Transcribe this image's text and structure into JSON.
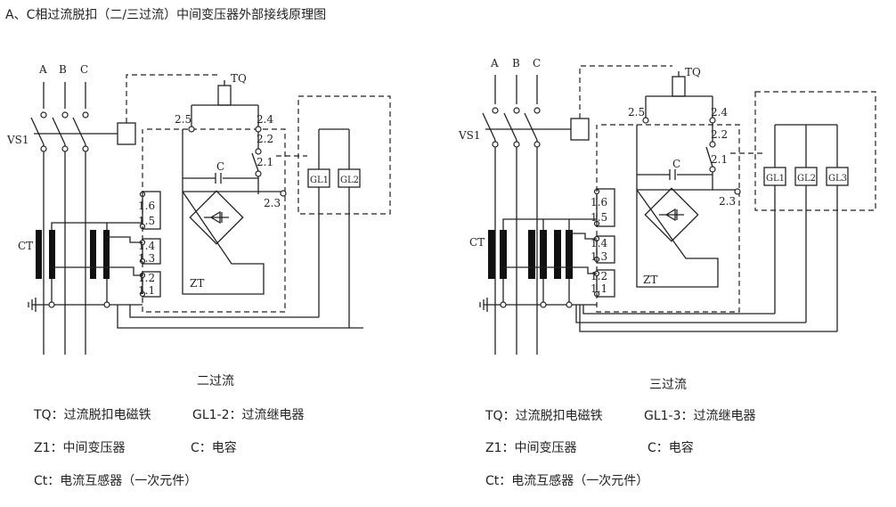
{
  "title": "A、C相过流脱扣（二/三过流）中间变压器外部接线原理图",
  "left": {
    "caption": "二过流",
    "phase_labels": [
      "A",
      "B",
      "C"
    ],
    "vs_label": "VS1",
    "ct_label": "CT",
    "tq_label": "TQ",
    "cap_label": "C",
    "zt_label": "ZT",
    "terminals": [
      "2.5",
      "2.4",
      "2.2",
      "2.1",
      "2.3",
      "1.6",
      "1.5",
      "1.4",
      "1.3",
      "1.2",
      "1.1"
    ],
    "relays": [
      "GL1",
      "GL2"
    ],
    "legend": [
      "TQ：过流脱扣电磁铁",
      "GL1-2：过流继电器",
      "Z1：中间变压器",
      "C：电容",
      "Ct：电流互感器（一次元件）"
    ]
  },
  "right": {
    "caption": "三过流",
    "phase_labels": [
      "A",
      "B",
      "C"
    ],
    "vs_label": "VS1",
    "ct_label": "CT",
    "tq_label": "TQ",
    "cap_label": "C",
    "zt_label": "ZT",
    "terminals": [
      "2.5",
      "2.4",
      "2.2",
      "2.1",
      "2.3",
      "1.6",
      "1.5",
      "1.4",
      "1.3",
      "1.2",
      "1.1"
    ],
    "relays": [
      "GL1",
      "GL2",
      "GL3"
    ],
    "legend": [
      "TQ：过流脱扣电磁铁",
      "GL1-3：过流继电器",
      "Z1：中间变压器",
      "C：电容",
      "Ct：电流互感器（一次元件）"
    ]
  }
}
